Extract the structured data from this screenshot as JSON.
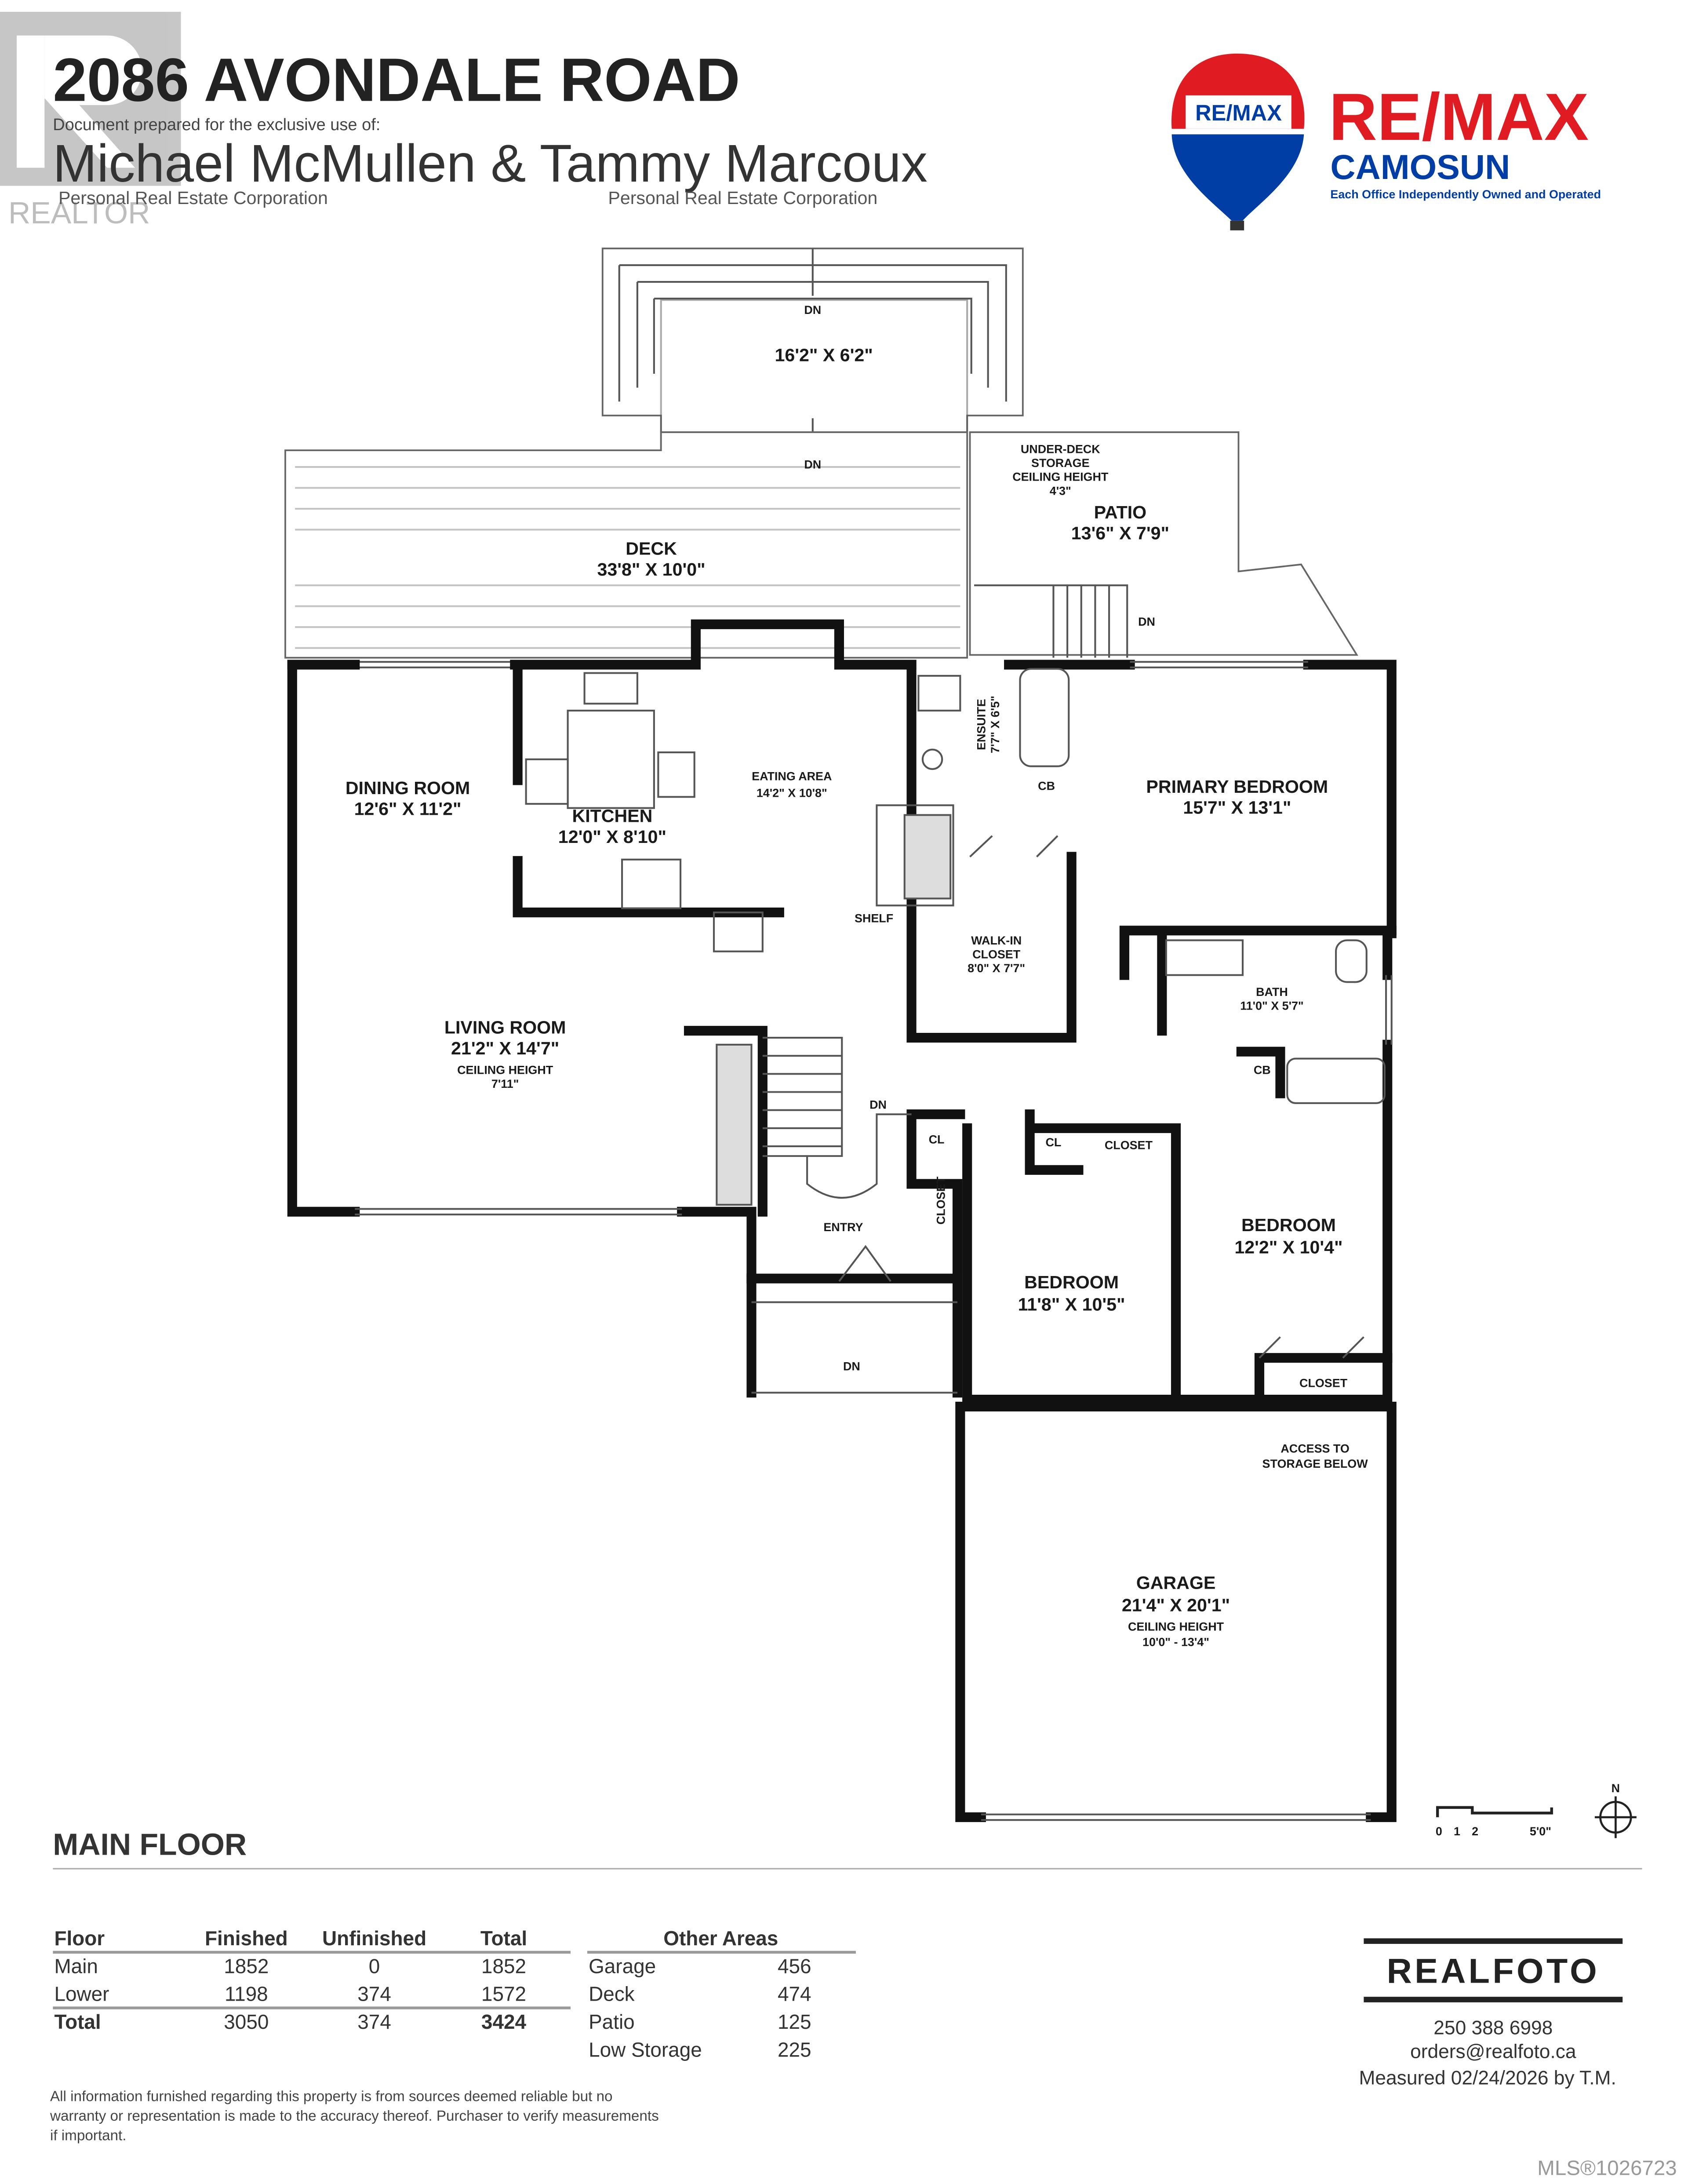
{
  "header": {
    "address": "2086 AVONDALE ROAD",
    "prepared_for": "Document prepared for the exclusive use of:",
    "agents": "Michael McMullen & Tammy Marcoux",
    "agent1_title": "Personal Real Estate Corporation",
    "agent2_title": "Personal Real Estate Corporation",
    "realtor_watermark": "REALTOR"
  },
  "brand": {
    "balloon_text": "RE/MAX",
    "name": "RE/MAX",
    "office": "CAMOSUN",
    "tagline": "Each Office Independently Owned and Operated",
    "red": "#e11b22",
    "blue": "#003da5"
  },
  "plan": {
    "upper_deck": {
      "dn_top": "DN",
      "size": "16'2\" X 6'2\"",
      "dn_bottom": "DN"
    },
    "deck": {
      "name": "DECK",
      "size": "33'8\" X 10'0\""
    },
    "under_deck": [
      "UNDER-DECK",
      "STORAGE",
      "CEILING HEIGHT",
      "4'3\""
    ],
    "patio": {
      "name": "PATIO",
      "size": "13'6\" X 7'9\"",
      "dn": "DN"
    },
    "dining": {
      "name": "DINING ROOM",
      "size": "12'6\" X 11'2\""
    },
    "kitchen": {
      "name": "KITCHEN",
      "size": "12'0\" X 8'10\""
    },
    "eating": {
      "name": "EATING AREA",
      "size": "14'2\" X 10'8\""
    },
    "ensuite": {
      "name": "ENSUITE",
      "size": "7'7\" X 6'5\""
    },
    "cb1": "CB",
    "primary": {
      "name": "PRIMARY BEDROOM",
      "size": "15'7\" X 13'1\""
    },
    "shelf": "SHELF",
    "walkin": [
      "WALK-IN",
      "CLOSET",
      "8'0\" X 7'7\""
    ],
    "bath": {
      "name": "BATH",
      "size": "11'0\" X 5'7\""
    },
    "living": {
      "name": "LIVING ROOM",
      "size": "21'2\" X 14'7\"",
      "ceiling": "CEILING HEIGHT",
      "height": "7'11\""
    },
    "stairs_dn": "DN",
    "cb2": "CB",
    "cl1": "CL",
    "cl2": "CL",
    "closet1": "CLOSET",
    "closet2": "CLOSET",
    "entry": "ENTRY",
    "bedroom2": {
      "name": "BEDROOM",
      "size": "12'2\" X 10'4\""
    },
    "bedroom3": {
      "name": "BEDROOM",
      "size": "11'8\" X 10'5\""
    },
    "entry_dn": "DN",
    "closet3": "CLOSET",
    "access": [
      "ACCESS TO",
      "STORAGE BELOW"
    ],
    "garage": {
      "name": "GARAGE",
      "size": "21'4\" X 20'1\"",
      "ceiling": "CEILING HEIGHT",
      "height": "10'0\" - 13'4\""
    },
    "scale": [
      "0",
      "1",
      "2",
      "5'0\""
    ],
    "north": "N"
  },
  "floor_title": "MAIN FLOOR",
  "areas_table": {
    "headers": [
      "Floor",
      "Finished",
      "Unfinished",
      "Total"
    ],
    "rows": [
      [
        "Main",
        "1852",
        "0",
        "1852"
      ],
      [
        "Lower",
        "1198",
        "374",
        "1572"
      ]
    ],
    "total": [
      "Total",
      "3050",
      "374",
      "3424"
    ]
  },
  "other_areas": {
    "header": "Other Areas",
    "rows": [
      [
        "Garage",
        "456"
      ],
      [
        "Deck",
        "474"
      ],
      [
        "Patio",
        "125"
      ],
      [
        "Low Storage",
        "225"
      ]
    ]
  },
  "disclaimer": [
    "All information furnished regarding this property is from sources deemed reliable but no",
    "warranty or representation is made to the accuracy thereof. Purchaser to verify measurements",
    "if important."
  ],
  "realfoto": {
    "logo": "REALFOTO",
    "phone": "250 388 6998",
    "email": "orders@realfoto.ca",
    "measured": "Measured 02/24/2026 by T.M."
  },
  "mls": "MLS®1026723"
}
